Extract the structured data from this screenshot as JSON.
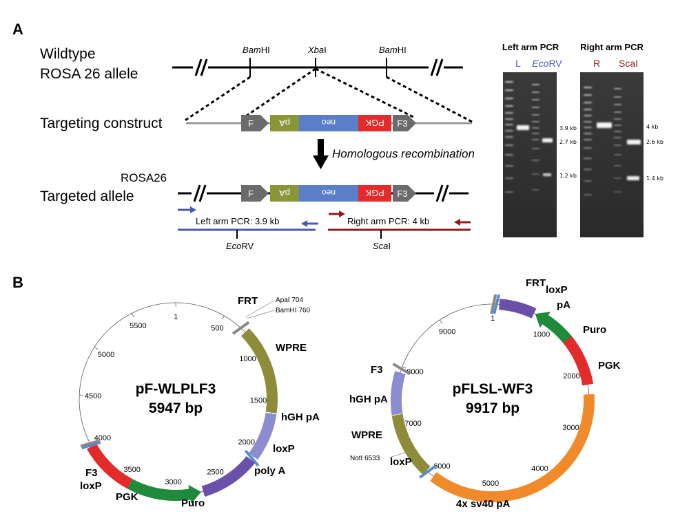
{
  "panels": {
    "a": "A",
    "b": "B"
  },
  "schematic": {
    "wildtype": {
      "line1": "Wildtype",
      "line2": "ROSA 26 allele"
    },
    "sites": [
      {
        "ital": "Bam",
        "rest": "HI"
      },
      {
        "ital": "Xba",
        "rest": "I"
      },
      {
        "ital": "Bam",
        "rest": "HI"
      }
    ],
    "construct_label": "Targeting construct",
    "recombination_label": "Homologous recombination",
    "targeted": {
      "line1": "ROSA26",
      "line2": "Targeted allele"
    },
    "boxes": {
      "f": "F",
      "pa": "pA",
      "neo": "neo",
      "pgk": "PGK",
      "f3": "F3"
    },
    "left_pcr": "Left arm PCR: 3.9 kb",
    "right_pcr": "Right arm PCR: 4 kb",
    "ecorv": {
      "ital": "Eco",
      "rest": "RV"
    },
    "scai": {
      "ital": "Sca",
      "rest": "I"
    }
  },
  "gels": {
    "left_title": "Left arm PCR",
    "right_title": "Right arm PCR",
    "left_lanes": {
      "a": "L",
      "b_ital": "Eco",
      "b_rest": "RV"
    },
    "right_lanes": {
      "a": "R",
      "b": "ScaI"
    },
    "left_sizes": [
      "3.9 kb",
      "2.7 kb",
      "1.2 kb"
    ],
    "right_sizes": [
      "4 kb",
      "2.6 kb",
      "1.4 kb"
    ]
  },
  "plasmid1": {
    "name": "pF-WLPLF3",
    "size": "5947 bp",
    "ticks": [
      "1",
      "500",
      "1000",
      "1500",
      "2000",
      "2500",
      "3000",
      "3500",
      "4000",
      "4500",
      "5000",
      "5500"
    ],
    "features": {
      "frt": "FRT",
      "wpre": "WPRE",
      "hgh": "hGH pA",
      "loxp": "loxP",
      "polya": "poly A",
      "puro": "Puro",
      "pgk": "PGK",
      "f3": "F3",
      "loxp2": "loxP"
    },
    "sites": [
      "ApaI 704",
      "BamHI 760"
    ]
  },
  "plasmid2": {
    "name": "pFLSL-WF3",
    "size": "9917 bp",
    "ticks": [
      "1",
      "1000",
      "2000",
      "3000",
      "4000",
      "5000",
      "6000",
      "7000",
      "8000",
      "9000"
    ],
    "features": {
      "frt": "FRT",
      "loxp": "loxP",
      "pa": "pA",
      "puro": "Puro",
      "pgk": "PGK",
      "sv40": "4x sv40 pA",
      "loxp2": "loxP",
      "wpre": "WPRE",
      "hgh": "hGH pA",
      "f3": "F3"
    },
    "sites": [
      "NotI 6533"
    ]
  },
  "colors": {
    "olive": "#8c8c3a",
    "lavender": "#8c8cd0",
    "purple": "#6a50a8",
    "green": "#1f8a3c",
    "red": "#e32b2b",
    "orange": "#f08a2a",
    "blue_box": "#5a7ec8",
    "olive_box": "#8a953a",
    "grey_arrow": "#6b6b6b",
    "blue_line": "#4a5aa8",
    "dark_red": "#8c1c1c"
  }
}
